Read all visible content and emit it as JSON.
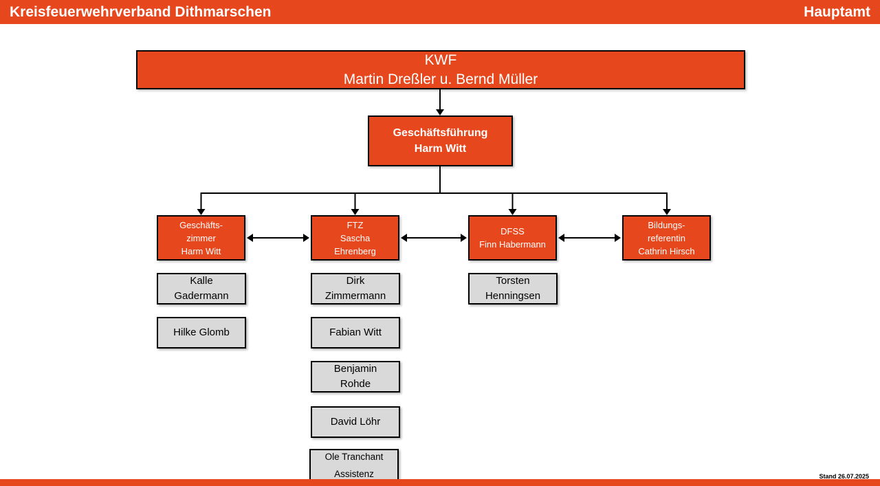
{
  "colors": {
    "accent": "#E7471D",
    "gray": "#D9D9D9",
    "border": "#000000"
  },
  "header": {
    "title": "Kreisfeuerwehrverband Dithmarschen",
    "subtitle": "Hauptamt"
  },
  "footer": {
    "stand": "Stand 26.07.2025"
  },
  "chart": {
    "root": "KWF\nMartin Dreßler u. Bernd Müller",
    "management": "Geschäftsführung\nHarm Witt",
    "departments": [
      {
        "id": "geschaeftszimmer",
        "text": "Geschäfts-\nzimmer\nHarm Witt"
      },
      {
        "id": "ftz",
        "text": "FTZ\nSascha\nEhrenberg"
      },
      {
        "id": "dfss",
        "text": "DFSS\nFinn Habermann"
      },
      {
        "id": "bildungsreferentin",
        "text": "Bildungs-\nreferentin\nCathrin Hirsch"
      }
    ],
    "staff": {
      "col1": [
        "Kalle\nGadermann",
        "Hilke Glomb"
      ],
      "col2": [
        "Dirk\nZimmermann",
        "Fabian Witt",
        "Benjamin\nRohde",
        "David Löhr",
        "Ole Tranchant\nAssistenz"
      ],
      "col3": [
        "Torsten\nHenningsen"
      ]
    }
  }
}
